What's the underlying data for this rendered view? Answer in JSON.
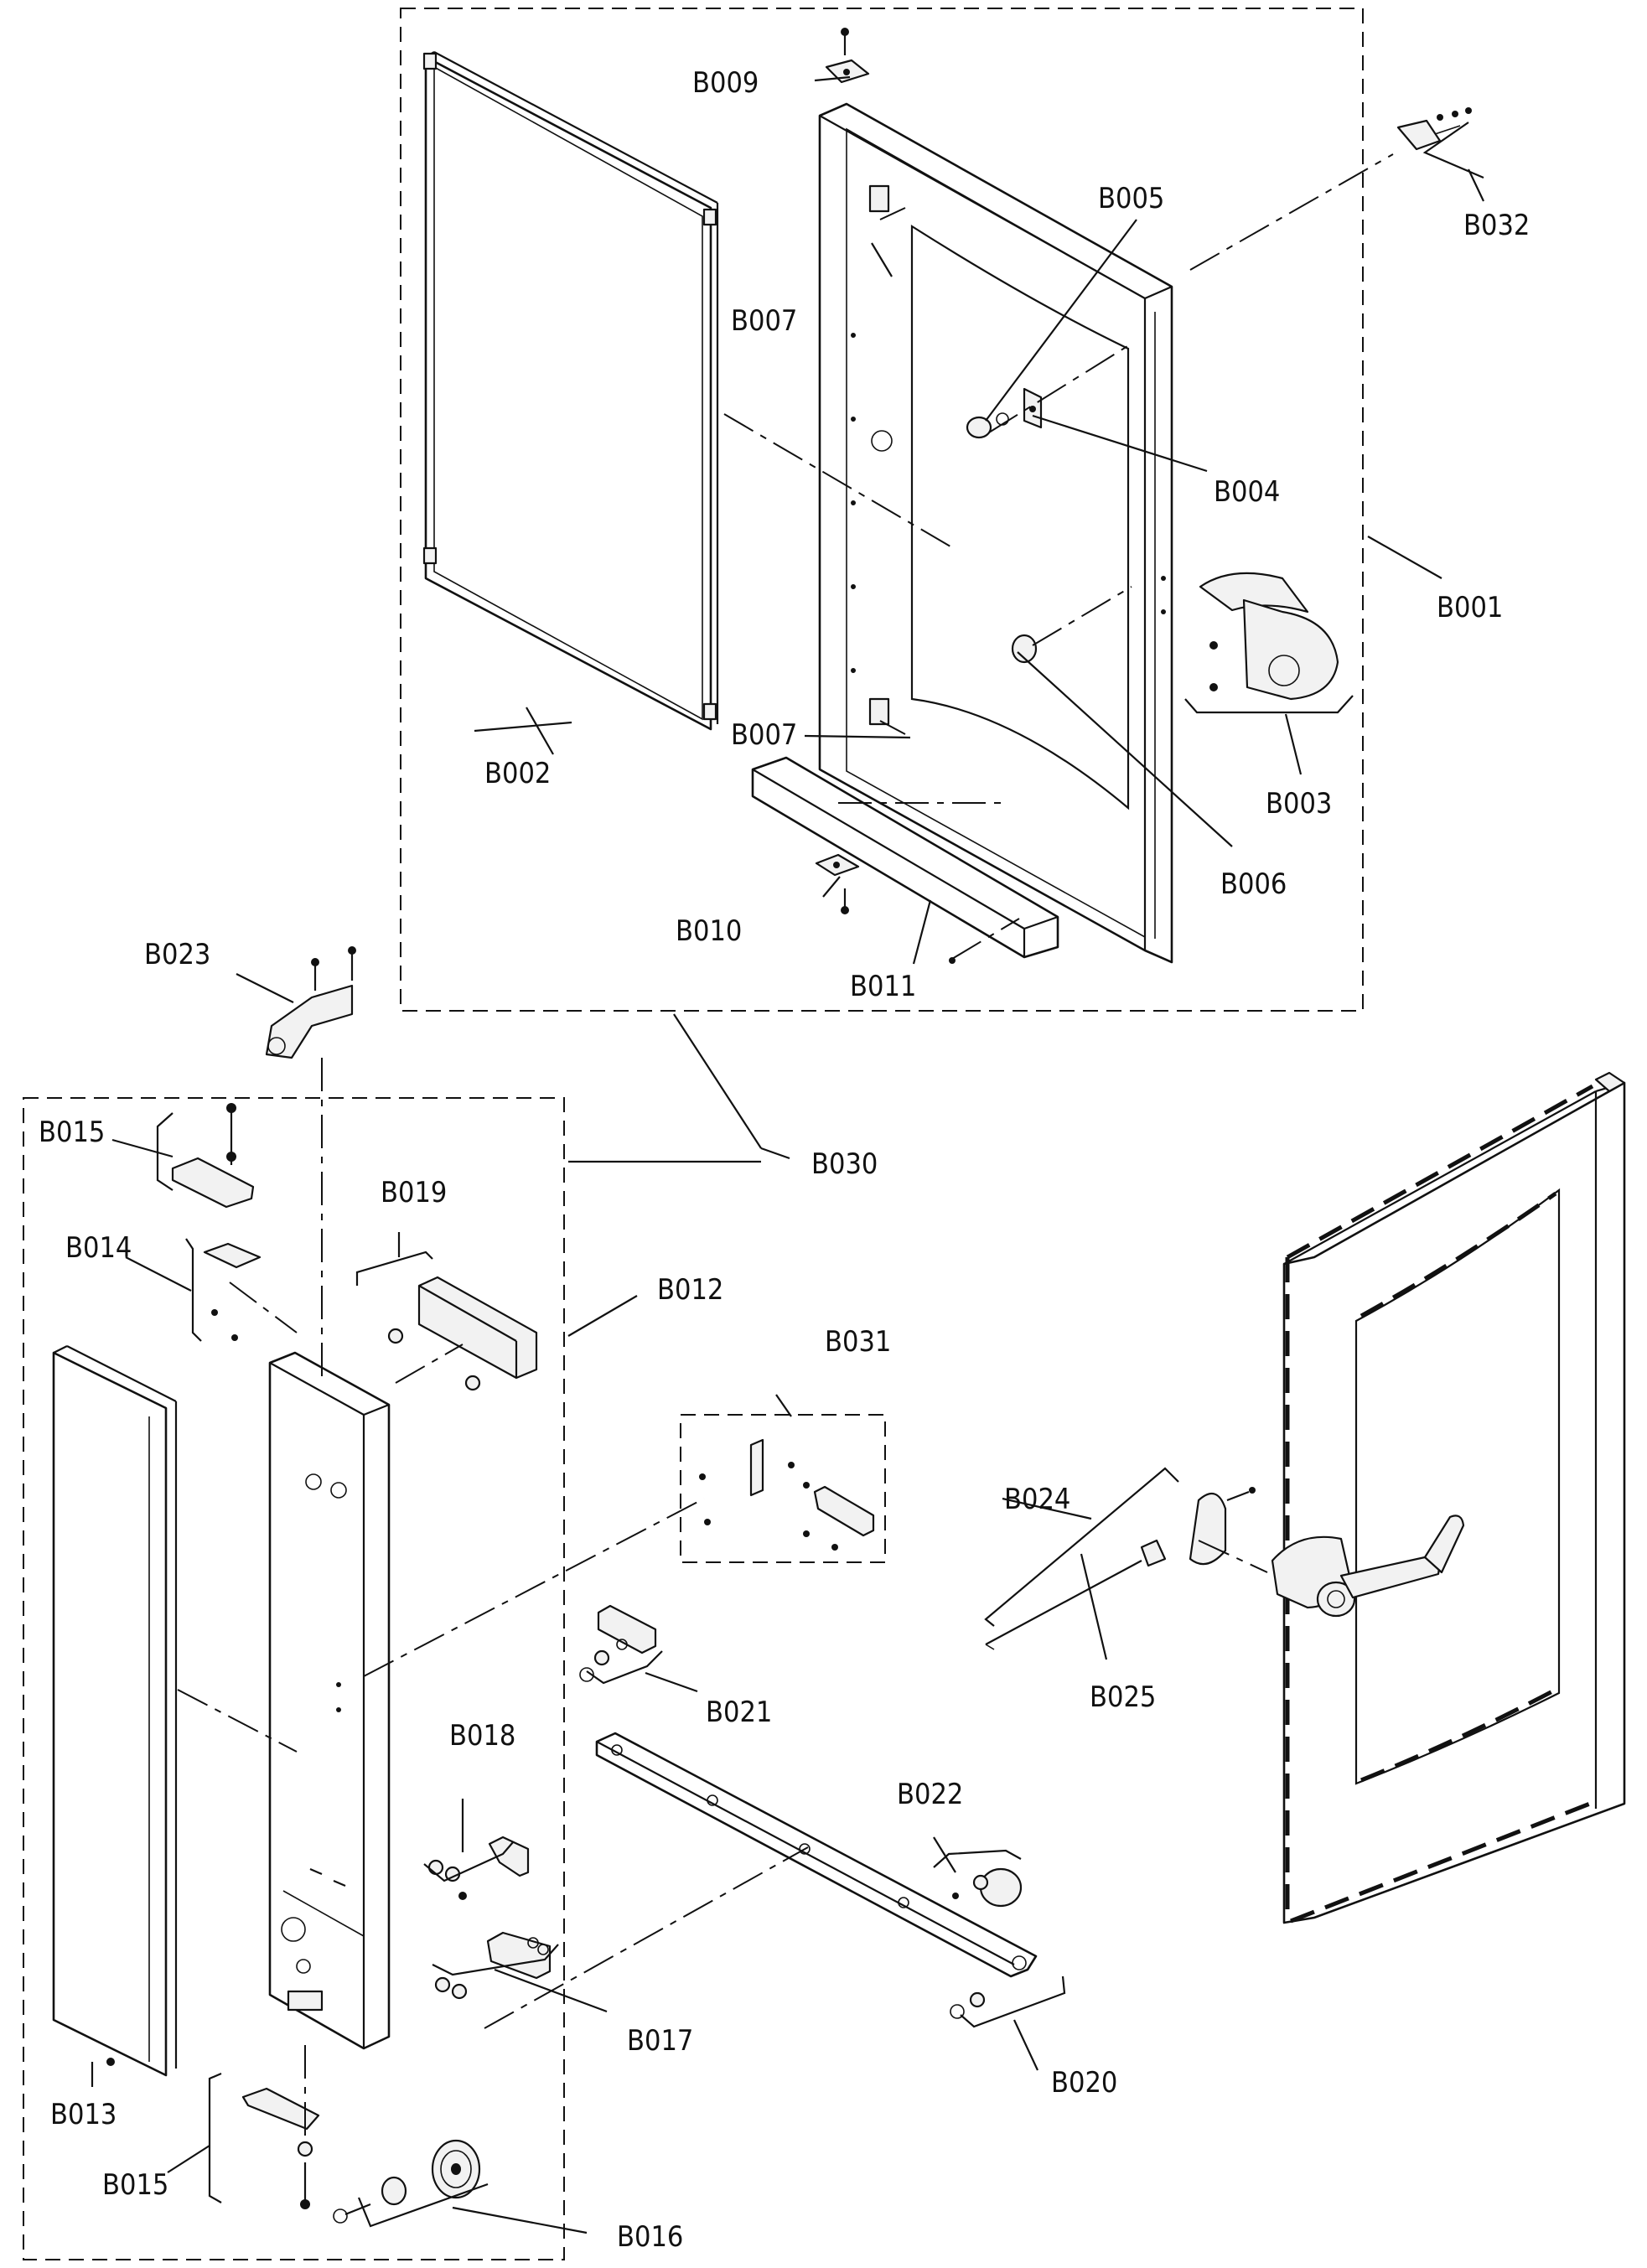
{
  "labels": {
    "B001": "B001",
    "B002": "B002",
    "B003": "B003",
    "B004": "B004",
    "B005": "B005",
    "B006": "B006",
    "B007a": "B007",
    "B007b": "B007",
    "B009": "B009",
    "B010": "B010",
    "B011": "B011",
    "B012": "B012",
    "B013": "B013",
    "B014": "B014",
    "B015a": "B015",
    "B015b": "B015",
    "B016": "B016",
    "B017": "B017",
    "B018": "B018",
    "B019": "B019",
    "B020": "B020",
    "B021": "B021",
    "B022": "B022",
    "B023": "B023",
    "B024": "B024",
    "B025": "B025",
    "B030": "B030",
    "B031": "B031",
    "B032": "B032"
  }
}
